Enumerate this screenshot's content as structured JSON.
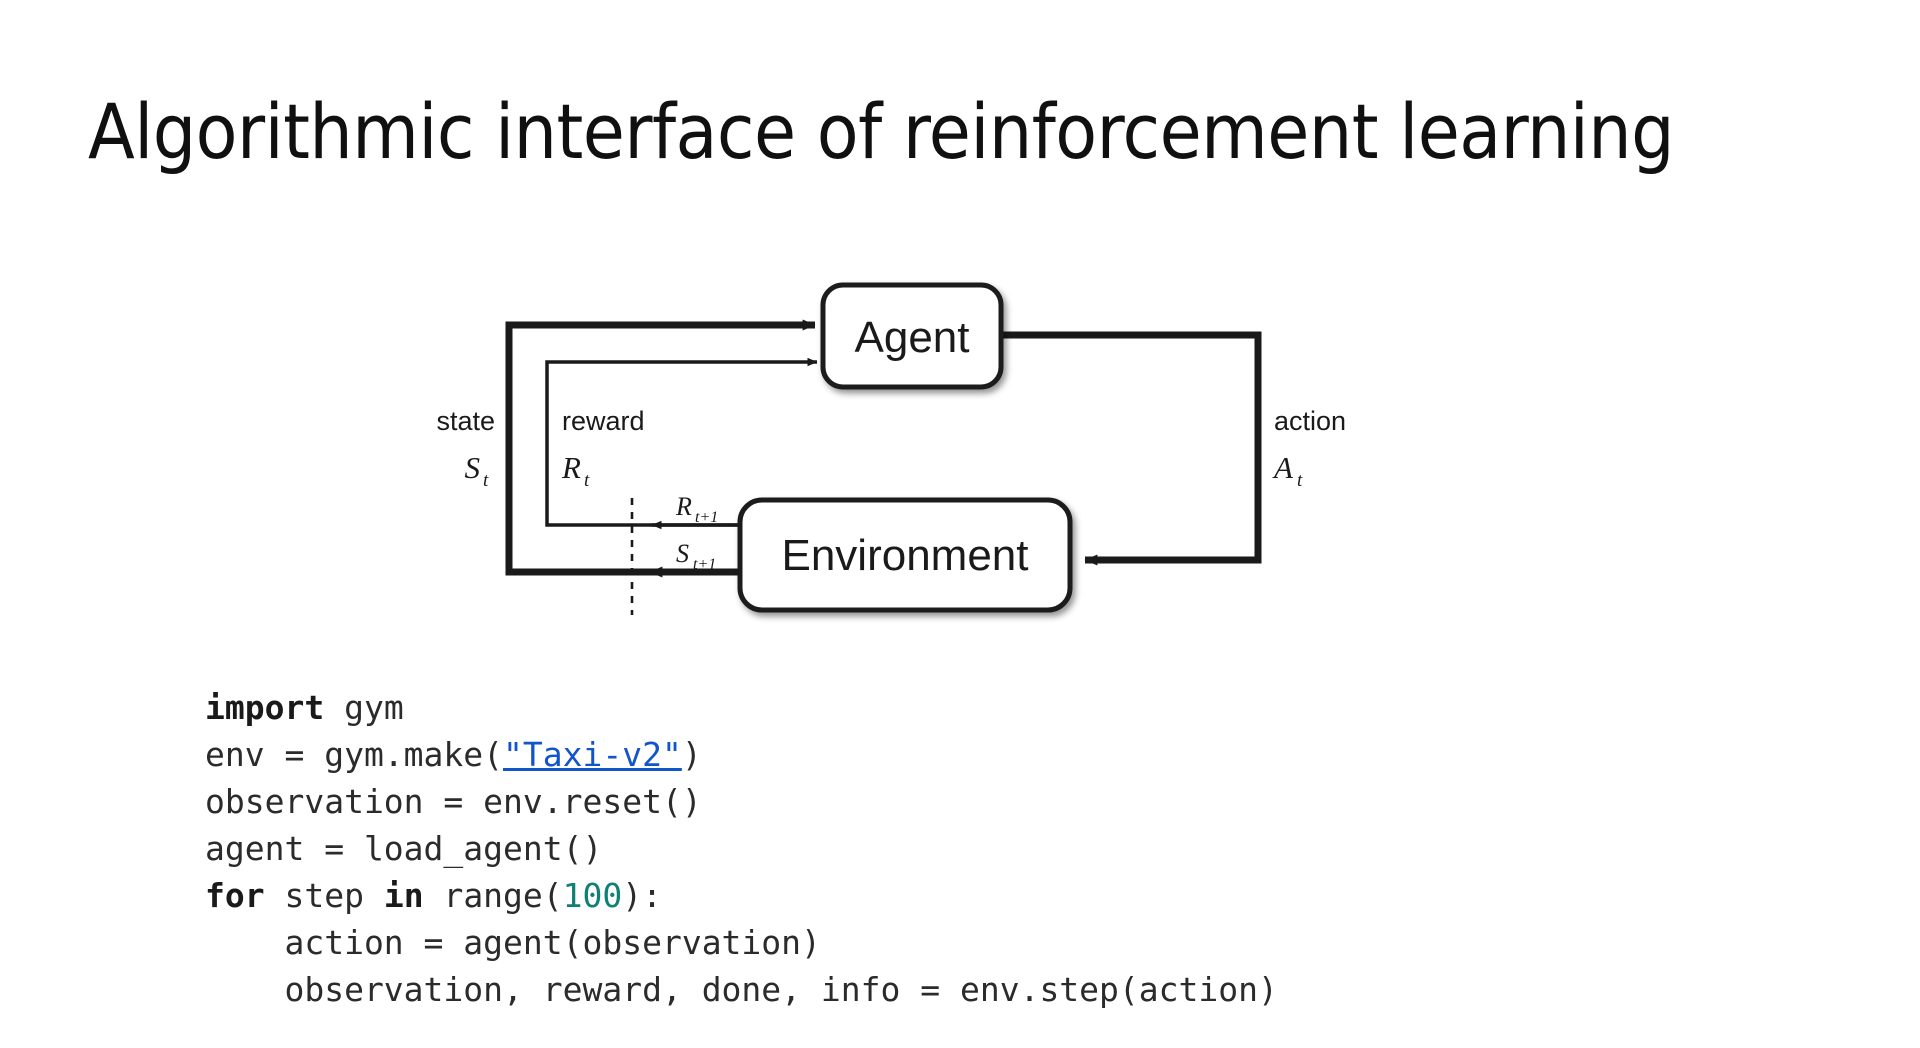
{
  "slide": {
    "title": "Algorithmic interface of reinforcement learning",
    "background_color": "#ffffff",
    "text_color": "#101010"
  },
  "diagram": {
    "name": "agent-environment-interaction-loop",
    "nodes": {
      "agent": "Agent",
      "environment": "Environment"
    },
    "edge_labels": {
      "state_word": "state",
      "state_symbol": "S",
      "state_subscript": "t",
      "reward_word": "reward",
      "reward_symbol": "R",
      "reward_subscript": "t",
      "action_word": "action",
      "action_symbol": "A",
      "action_subscript": "t",
      "next_reward_symbol": "R",
      "next_reward_subscript": "t+1",
      "next_state_symbol": "S",
      "next_state_subscript": "t+1"
    },
    "stroke_color": "#1a1a1a",
    "box_fill": "#ffffff"
  },
  "code": {
    "language": "python",
    "link_color": "#1155cc",
    "number_color": "#0e8174",
    "keyword_color": "#1a1a1a",
    "text_color": "#2b2b2b",
    "lines": [
      {
        "id": "line-1",
        "tokens": [
          {
            "t": "import",
            "k": "kw"
          },
          {
            "t": " gym",
            "k": ""
          }
        ]
      },
      {
        "id": "line-2",
        "tokens": [
          {
            "t": "env = gym.make(",
            "k": ""
          },
          {
            "t": "\"Taxi-v2\"",
            "k": "lnk"
          },
          {
            "t": ")",
            "k": ""
          }
        ]
      },
      {
        "id": "line-3",
        "tokens": [
          {
            "t": "observation = env.reset()",
            "k": ""
          }
        ]
      },
      {
        "id": "line-4",
        "tokens": [
          {
            "t": "agent = load_agent()",
            "k": ""
          }
        ]
      },
      {
        "id": "line-5",
        "tokens": [
          {
            "t": "for",
            "k": "kw"
          },
          {
            "t": " step ",
            "k": ""
          },
          {
            "t": "in",
            "k": "kw"
          },
          {
            "t": " range(",
            "k": ""
          },
          {
            "t": "100",
            "k": "num"
          },
          {
            "t": "):",
            "k": ""
          }
        ]
      },
      {
        "id": "line-6",
        "tokens": [
          {
            "t": "    action = agent(observation)",
            "k": ""
          }
        ]
      },
      {
        "id": "line-7",
        "tokens": [
          {
            "t": "    observation, reward, done, info = env.step(action)",
            "k": ""
          }
        ]
      }
    ]
  }
}
